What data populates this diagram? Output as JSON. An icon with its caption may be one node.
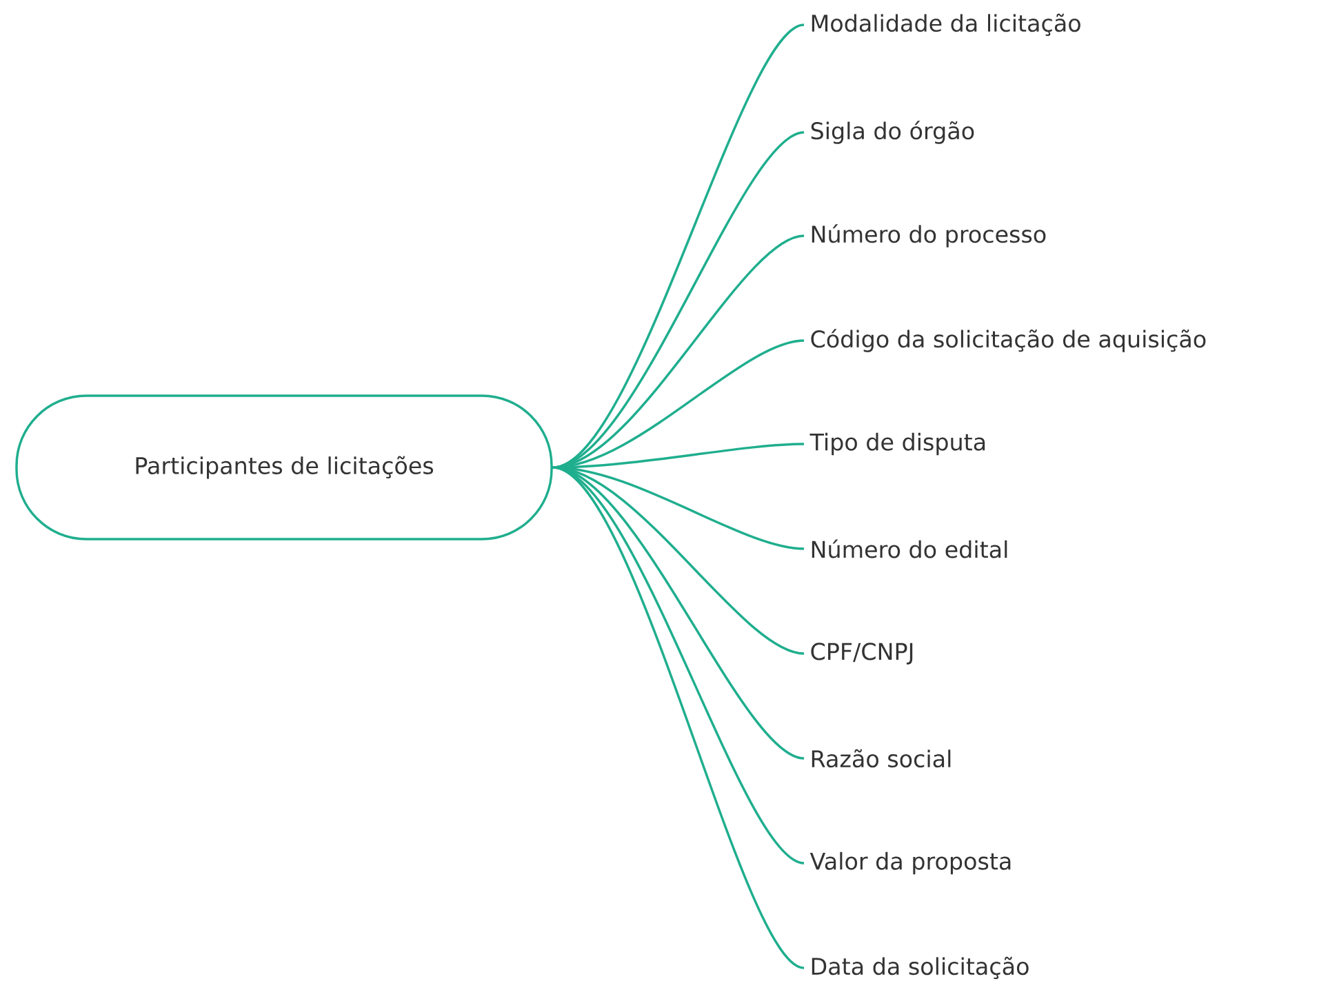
{
  "diagram": {
    "nodes": [
      {
        "text": [
          "Participantes de licitações"
        ]
      },
      {
        "text": [
          "Modalidade da licitação"
        ]
      },
      {
        "text": [
          "Sigla do órgão"
        ]
      },
      {
        "text": [
          "Número do processo"
        ]
      },
      {
        "text": [
          "Código da solicitação de aquisição"
        ]
      },
      {
        "text": [
          "Tipo de disputa"
        ]
      },
      {
        "text": [
          "Número do edital"
        ]
      },
      {
        "text": [
          "CPF/CNPJ"
        ]
      },
      {
        "text": [
          "Razão social"
        ]
      },
      {
        "text": [
          "Valor da proposta"
        ]
      },
      {
        "text": [
          "Data da solicitação"
        ]
      }
    ],
    "edges": [
      {
        "from": 0,
        "to": 1,
        "arrow": "none"
      },
      {
        "from": 0,
        "to": 2,
        "arrow": "none"
      },
      {
        "from": 0,
        "to": 3,
        "arrow": "none"
      },
      {
        "from": 0,
        "to": 4,
        "arrow": "none"
      },
      {
        "from": 0,
        "to": 5,
        "arrow": "none"
      },
      {
        "from": 0,
        "to": 6,
        "arrow": "none"
      },
      {
        "from": 0,
        "to": 7,
        "arrow": "none"
      },
      {
        "from": 0,
        "to": 8,
        "arrow": "none"
      },
      {
        "from": 0,
        "to": 9,
        "arrow": "none"
      },
      {
        "from": 0,
        "to": 10,
        "arrow": "none"
      }
    ]
  }
}
